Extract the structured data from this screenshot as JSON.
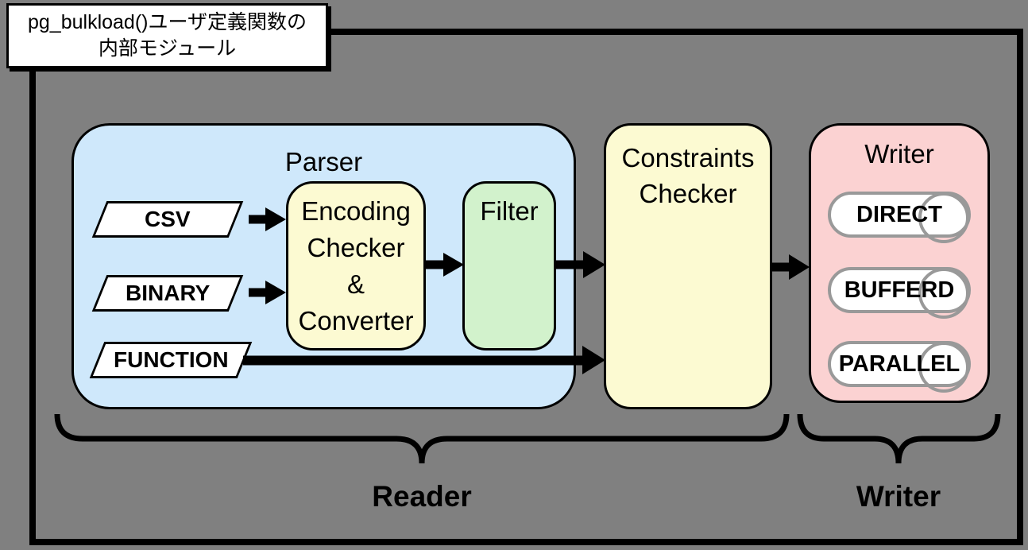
{
  "title": {
    "line1": "pg_bulkload()ユーザ定義関数の",
    "line2": "内部モジュール"
  },
  "parser": {
    "label": "Parser",
    "inputs": [
      {
        "label": "CSV"
      },
      {
        "label": "BINARY"
      },
      {
        "label": "FUNCTION"
      }
    ],
    "encoding_box": {
      "line1": "Encoding",
      "line2": "Checker",
      "line3": "&",
      "line4": "Converter"
    },
    "filter_label": "Filter"
  },
  "constraints_checker": {
    "line1": "Constraints",
    "line2": "Checker"
  },
  "writer_box": {
    "label": "Writer",
    "modes": [
      {
        "label": "DIRECT"
      },
      {
        "label": "BUFFERD"
      },
      {
        "label": "PARALLEL"
      }
    ]
  },
  "braces": {
    "reader_label": "Reader",
    "writer_label": "Writer"
  },
  "colors": {
    "canvas-gray": "#808080",
    "parser-blue": "#cfe8fb",
    "box-yellow": "#fcfad2",
    "filter-green": "#d2f2cc",
    "writer-pink": "#fbd2d2",
    "cylinder-stroke": "#999999",
    "line-black": "#000000",
    "shape-white": "#ffffff"
  }
}
